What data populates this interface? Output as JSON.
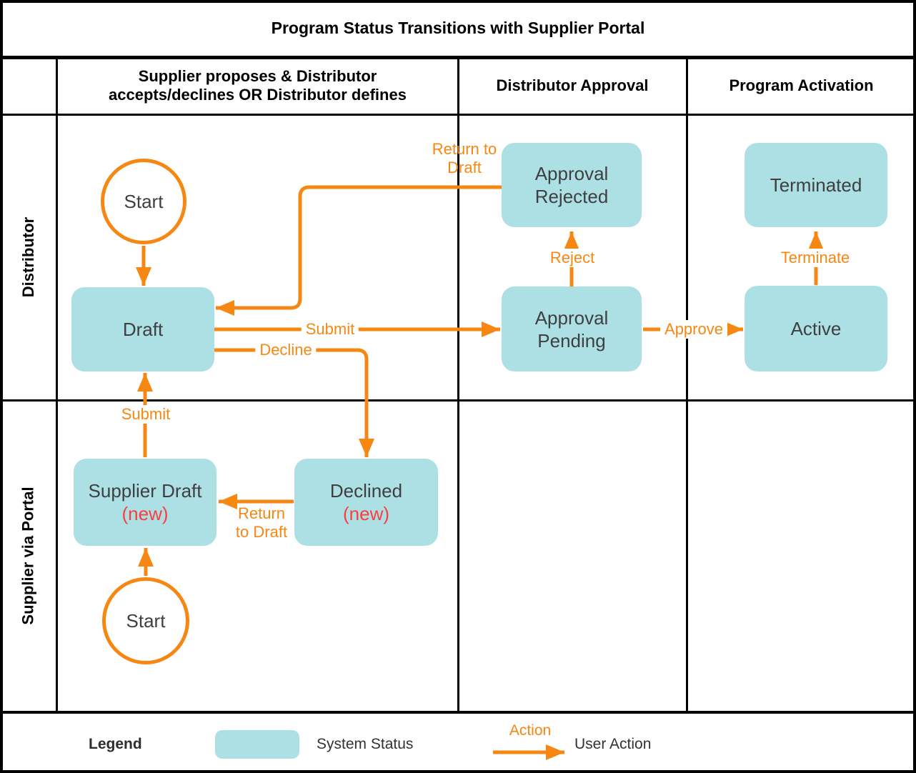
{
  "title": "Program Status Transitions with Supplier Portal",
  "columns": [
    {
      "label": "Supplier proposes & Distributor accepts/declines OR Distributor defines"
    },
    {
      "label": "Distributor Approval"
    },
    {
      "label": "Program Activation"
    }
  ],
  "lanes": [
    {
      "label": "Distributor"
    },
    {
      "label": "Supplier via Portal"
    }
  ],
  "nodes": {
    "start1": {
      "label": "Start"
    },
    "draft": {
      "label": "Draft"
    },
    "approval_rejected": {
      "label": "Approval Rejected"
    },
    "approval_pending": {
      "label": "Approval Pending"
    },
    "terminated": {
      "label": "Terminated"
    },
    "active": {
      "label": "Active"
    },
    "supplier_draft": {
      "label": "Supplier Draft",
      "sublabel": "(new)"
    },
    "declined": {
      "label": "Declined",
      "sublabel": "(new)"
    },
    "start2": {
      "label": "Start"
    }
  },
  "edges": {
    "submit_top": {
      "label": "Submit"
    },
    "decline": {
      "label": "Decline"
    },
    "return_to_draft_top": {
      "label": "Return to Draft"
    },
    "reject": {
      "label": "Reject"
    },
    "approve": {
      "label": "Approve"
    },
    "terminate": {
      "label": "Terminate"
    },
    "submit_bottom": {
      "label": "Submit"
    },
    "return_to_draft_bottom": {
      "label": "Return to Draft"
    }
  },
  "legend": {
    "heading": "Legend",
    "system_status": "System Status",
    "action": "Action",
    "user_action": "User Action"
  },
  "colors": {
    "accent_orange": "#F68712",
    "node_teal": "#ACE0E5",
    "new_red": "#FA3E3E",
    "node_text": "#3F3F3F",
    "line_black": "#000000"
  }
}
